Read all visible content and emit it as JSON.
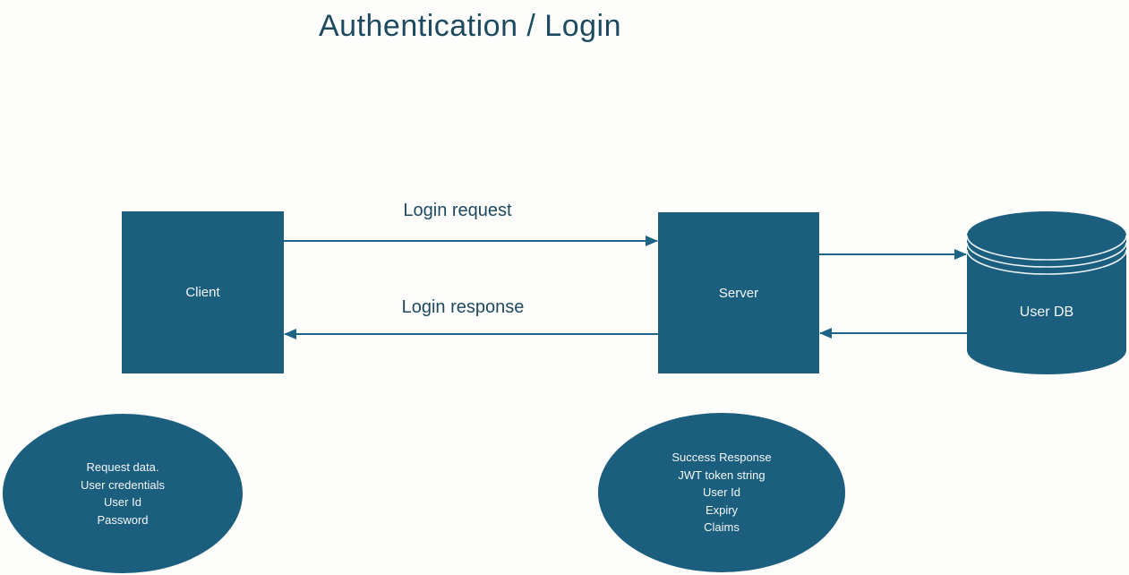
{
  "title": "Authentication / Login",
  "colors": {
    "background": "#FDFDFC",
    "shape_fill": "#1B5E7E",
    "arrow": "#1E6485",
    "heading_text": "#1D4A5F",
    "node_text": "#F4F8FA",
    "cylinder_ring": "#E9F2F6"
  },
  "nodes": {
    "client": {
      "label": "Client",
      "shape": "rectangle"
    },
    "server": {
      "label": "Server",
      "shape": "rectangle"
    },
    "user_db": {
      "label": "User DB",
      "shape": "database-cylinder"
    }
  },
  "edges": {
    "login_request": {
      "label": "Login request",
      "from": "Client",
      "to": "Server"
    },
    "login_response": {
      "label": "Login response",
      "from": "Server",
      "to": "Client"
    },
    "server_to_user_db": {
      "label": "",
      "from": "Server",
      "to": "User DB"
    },
    "user_db_to_server": {
      "label": "",
      "from": "User DB",
      "to": "Server"
    }
  },
  "notes": {
    "request_note": {
      "lines": [
        "Request data.",
        "User credentials",
        "User Id",
        "Password"
      ]
    },
    "response_note": {
      "lines": [
        "Success Response",
        "JWT token string",
        "User Id",
        "Expiry",
        "Claims"
      ]
    }
  }
}
